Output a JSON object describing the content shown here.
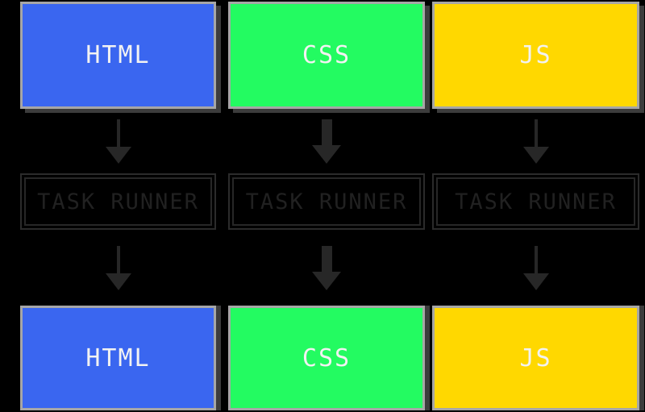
{
  "canvas": {
    "background": "#000000"
  },
  "palette": {
    "html_box": "#3a66f0",
    "css_box": "#23fb61",
    "js_box": "#ffd800",
    "box_border": "#a6a6a6",
    "box_shadow": "#3c3c3c",
    "arrow_color": "#272727",
    "runner_border": "#2b2b2b",
    "runner_text": "#212121",
    "box_label_text": "#f2f2f2"
  },
  "columns": [
    {
      "id": "html",
      "source": {
        "label": "HTML",
        "color": "#3a66f0"
      },
      "runner": {
        "label": "TASK RUNNER"
      },
      "arrow_style": "thin",
      "output": {
        "label": "HTML",
        "color": "#3a66f0"
      }
    },
    {
      "id": "css",
      "source": {
        "label": "CSS",
        "color": "#23fb61"
      },
      "runner": {
        "label": "TASK RUNNER"
      },
      "arrow_style": "thick",
      "output": {
        "label": "CSS",
        "color": "#23fb61"
      }
    },
    {
      "id": "js",
      "source": {
        "label": "JS",
        "color": "#ffd800"
      },
      "runner": {
        "label": "TASK RUNNER"
      },
      "arrow_style": "thin",
      "output": {
        "label": "JS",
        "color": "#ffd800"
      }
    }
  ]
}
